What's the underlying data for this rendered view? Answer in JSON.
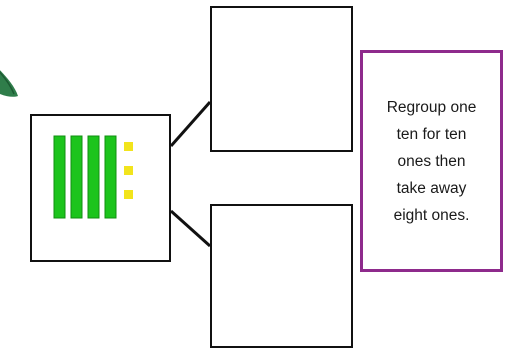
{
  "instruction": {
    "text": "Regroup one\nten for ten\nones then\ntake away\neight ones."
  },
  "base_ten_blocks": {
    "tens": 4,
    "ones": 3,
    "tens_color": "#1cc41c",
    "tens_edge_color": "#0f8f0f",
    "ones_color": "#f2e41c"
  },
  "colors": {
    "box_border": "#111111",
    "instruction_border": "#8e2a8c",
    "leaf": "#2f7d4a"
  },
  "icons": {
    "corner": "leaf-icon"
  }
}
